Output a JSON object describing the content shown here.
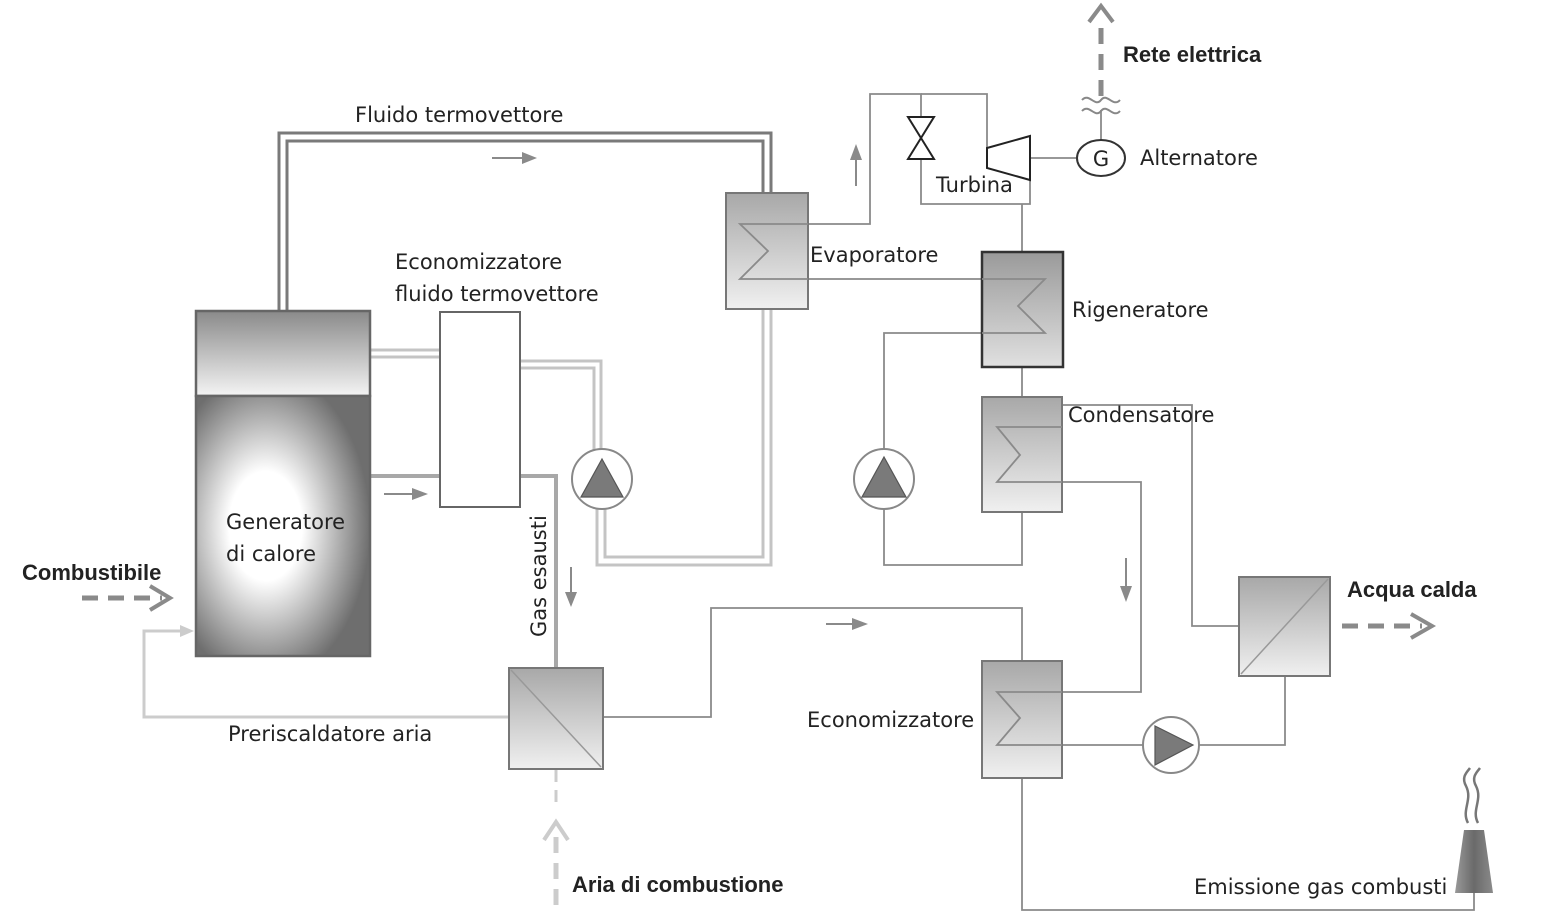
{
  "labels": {
    "fluido_termovettore": "Fluido termovettore",
    "economizzatore_ft_line1": "Economizzatore",
    "economizzatore_ft_line2": "fluido termovettore",
    "generatore_line1": "Generatore",
    "generatore_line2": "di calore",
    "combustibile": "Combustibile",
    "gas_esausti": "Gas esausti",
    "preriscaldatore_aria": "Preriscaldatore aria",
    "aria_di_combustione": "Aria di combustione",
    "evaporatore": "Evaporatore",
    "turbina": "Turbina",
    "alternatore": "Alternatore",
    "alternatore_symbol": "G",
    "rete_elettrica": "Rete elettrica",
    "rigeneratore": "Rigeneratore",
    "condensatore": "Condensatore",
    "economizzatore": "Economizzatore",
    "acqua_calda": "Acqua calda",
    "emissione_gas_combusti": "Emissione gas combusti"
  },
  "colors": {
    "line": "#888888",
    "line_dark": "#666666",
    "line_light": "#c8c8c8",
    "arrow": "#8a8a8a",
    "pump_fill": "#7a7a7a",
    "exchanger_fill": "#dddddd",
    "text": "#222222"
  }
}
